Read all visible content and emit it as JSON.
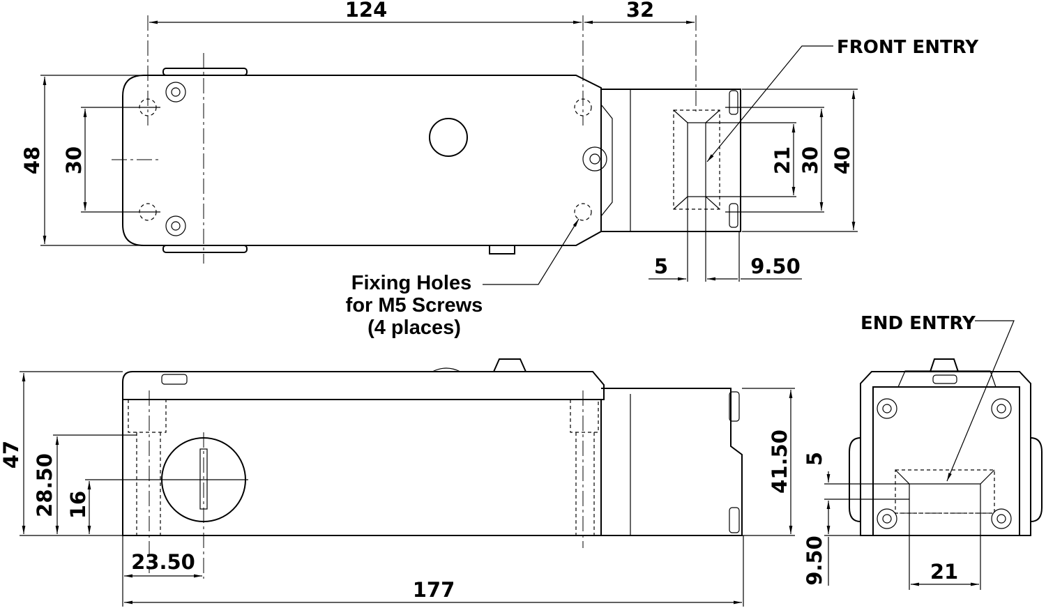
{
  "top_view": {
    "dim_length": "124",
    "dim_head": "32",
    "front_entry_label": "FRONT ENTRY",
    "dim_width": "48",
    "dim_holes": "30",
    "dim_slot": "21",
    "dim_head_holes": "30",
    "dim_head_width": "40",
    "dim_slot_width": "5",
    "dim_slot_offset": "9.50",
    "fixing_note": [
      "Fixing Holes",
      "for M5 Screws",
      "(4 places)"
    ]
  },
  "side_view": {
    "dim_height": "47",
    "dim_hole_height": "28.50",
    "dim_knob_height": "16",
    "dim_head_height": "41.50",
    "dim_knob_offset": "23.50",
    "dim_total_length": "177"
  },
  "end_view": {
    "end_entry_label": "END ENTRY",
    "dim_slot_width": "5",
    "dim_slot_offset": "9.50",
    "dim_slot_length": "21"
  }
}
